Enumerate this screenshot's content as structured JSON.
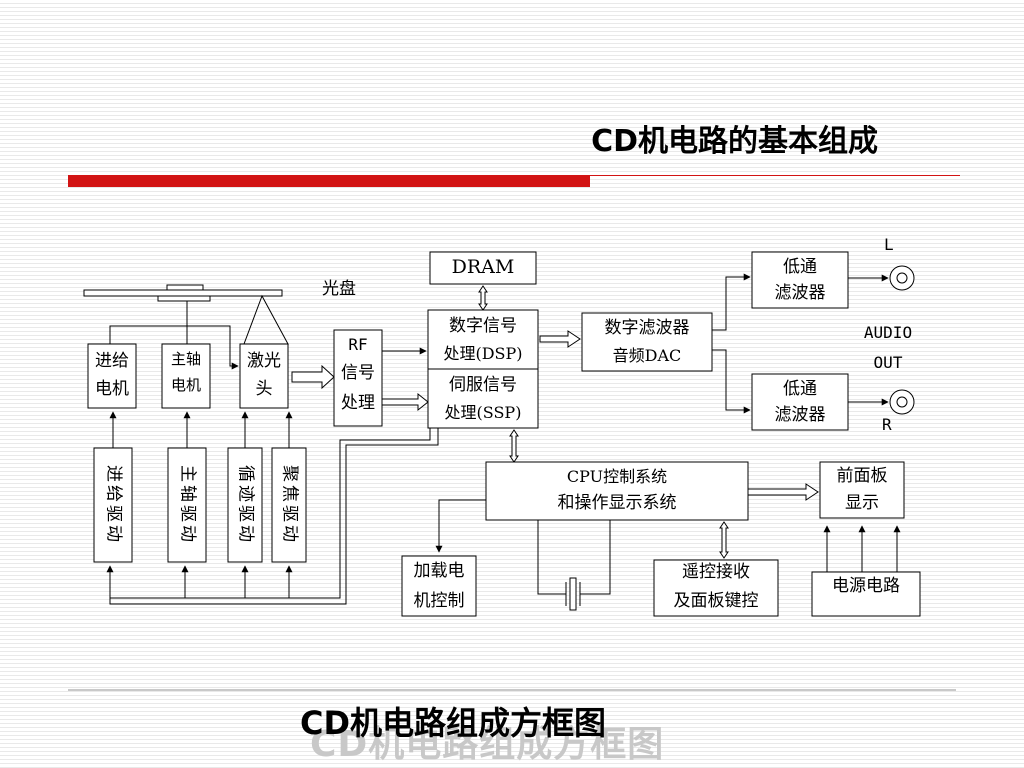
{
  "title": "CD机电路的基本组成",
  "caption": "CD机电路组成方框图",
  "caption_ghost": "CD机电路组成方框图",
  "diagram": {
    "disc_label": "光盘",
    "dram": "DRAM",
    "feed_motor": [
      "进给",
      "电机"
    ],
    "spindle_motor": [
      "主轴",
      "电机"
    ],
    "laser_head": [
      "激光",
      "头"
    ],
    "rf": [
      "RF",
      "信号",
      "处理"
    ],
    "dsp": [
      "数字信号",
      "处理(DSP)"
    ],
    "ssp": [
      "伺服信号",
      "处理(SSP)"
    ],
    "dac": [
      "数字滤波器",
      "音频DAC"
    ],
    "lpf_top": [
      "低通",
      "滤波器"
    ],
    "lpf_bottom": [
      "低通",
      "滤波器"
    ],
    "ch_left": "L",
    "ch_right": "R",
    "audio_out": [
      "AUDIO",
      "OUT"
    ],
    "cpu": [
      "CPU控制系统",
      "和操作显示系统"
    ],
    "front_panel": [
      "前面板",
      "显示"
    ],
    "power": "电源电路",
    "load_motor": [
      "加载电",
      "机控制"
    ],
    "remote": [
      "遥控接收",
      "及面板键控"
    ],
    "feed_drive": "进给驱动",
    "spindle_drive": "主轴驱动",
    "tracking_drive": "循迹驱动",
    "focus_drive": "聚焦驱动"
  }
}
